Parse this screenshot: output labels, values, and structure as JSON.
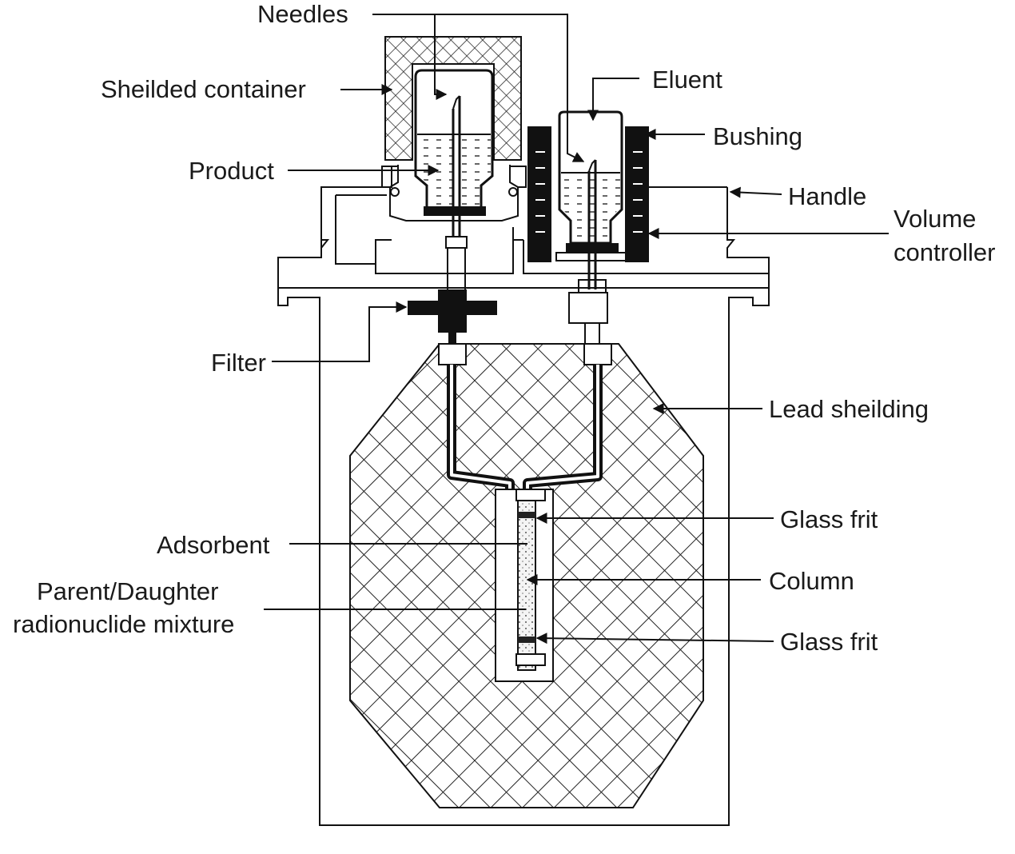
{
  "labels": {
    "needles": "Needles",
    "shielded_container": "Sheilded container",
    "eluent": "Eluent",
    "bushing": "Bushing",
    "product": "Product",
    "handle": "Handle",
    "volume_controller_1": "Volume",
    "volume_controller_2": "controller",
    "filter": "Filter",
    "lead_shielding": "Lead sheilding",
    "glass_frit_top": "Glass frit",
    "adsorbent": "Adsorbent",
    "column": "Column",
    "parent_daughter_1": "Parent/Daughter",
    "parent_daughter_2": "radionuclide mixture",
    "glass_frit_bottom": "Glass frit"
  }
}
